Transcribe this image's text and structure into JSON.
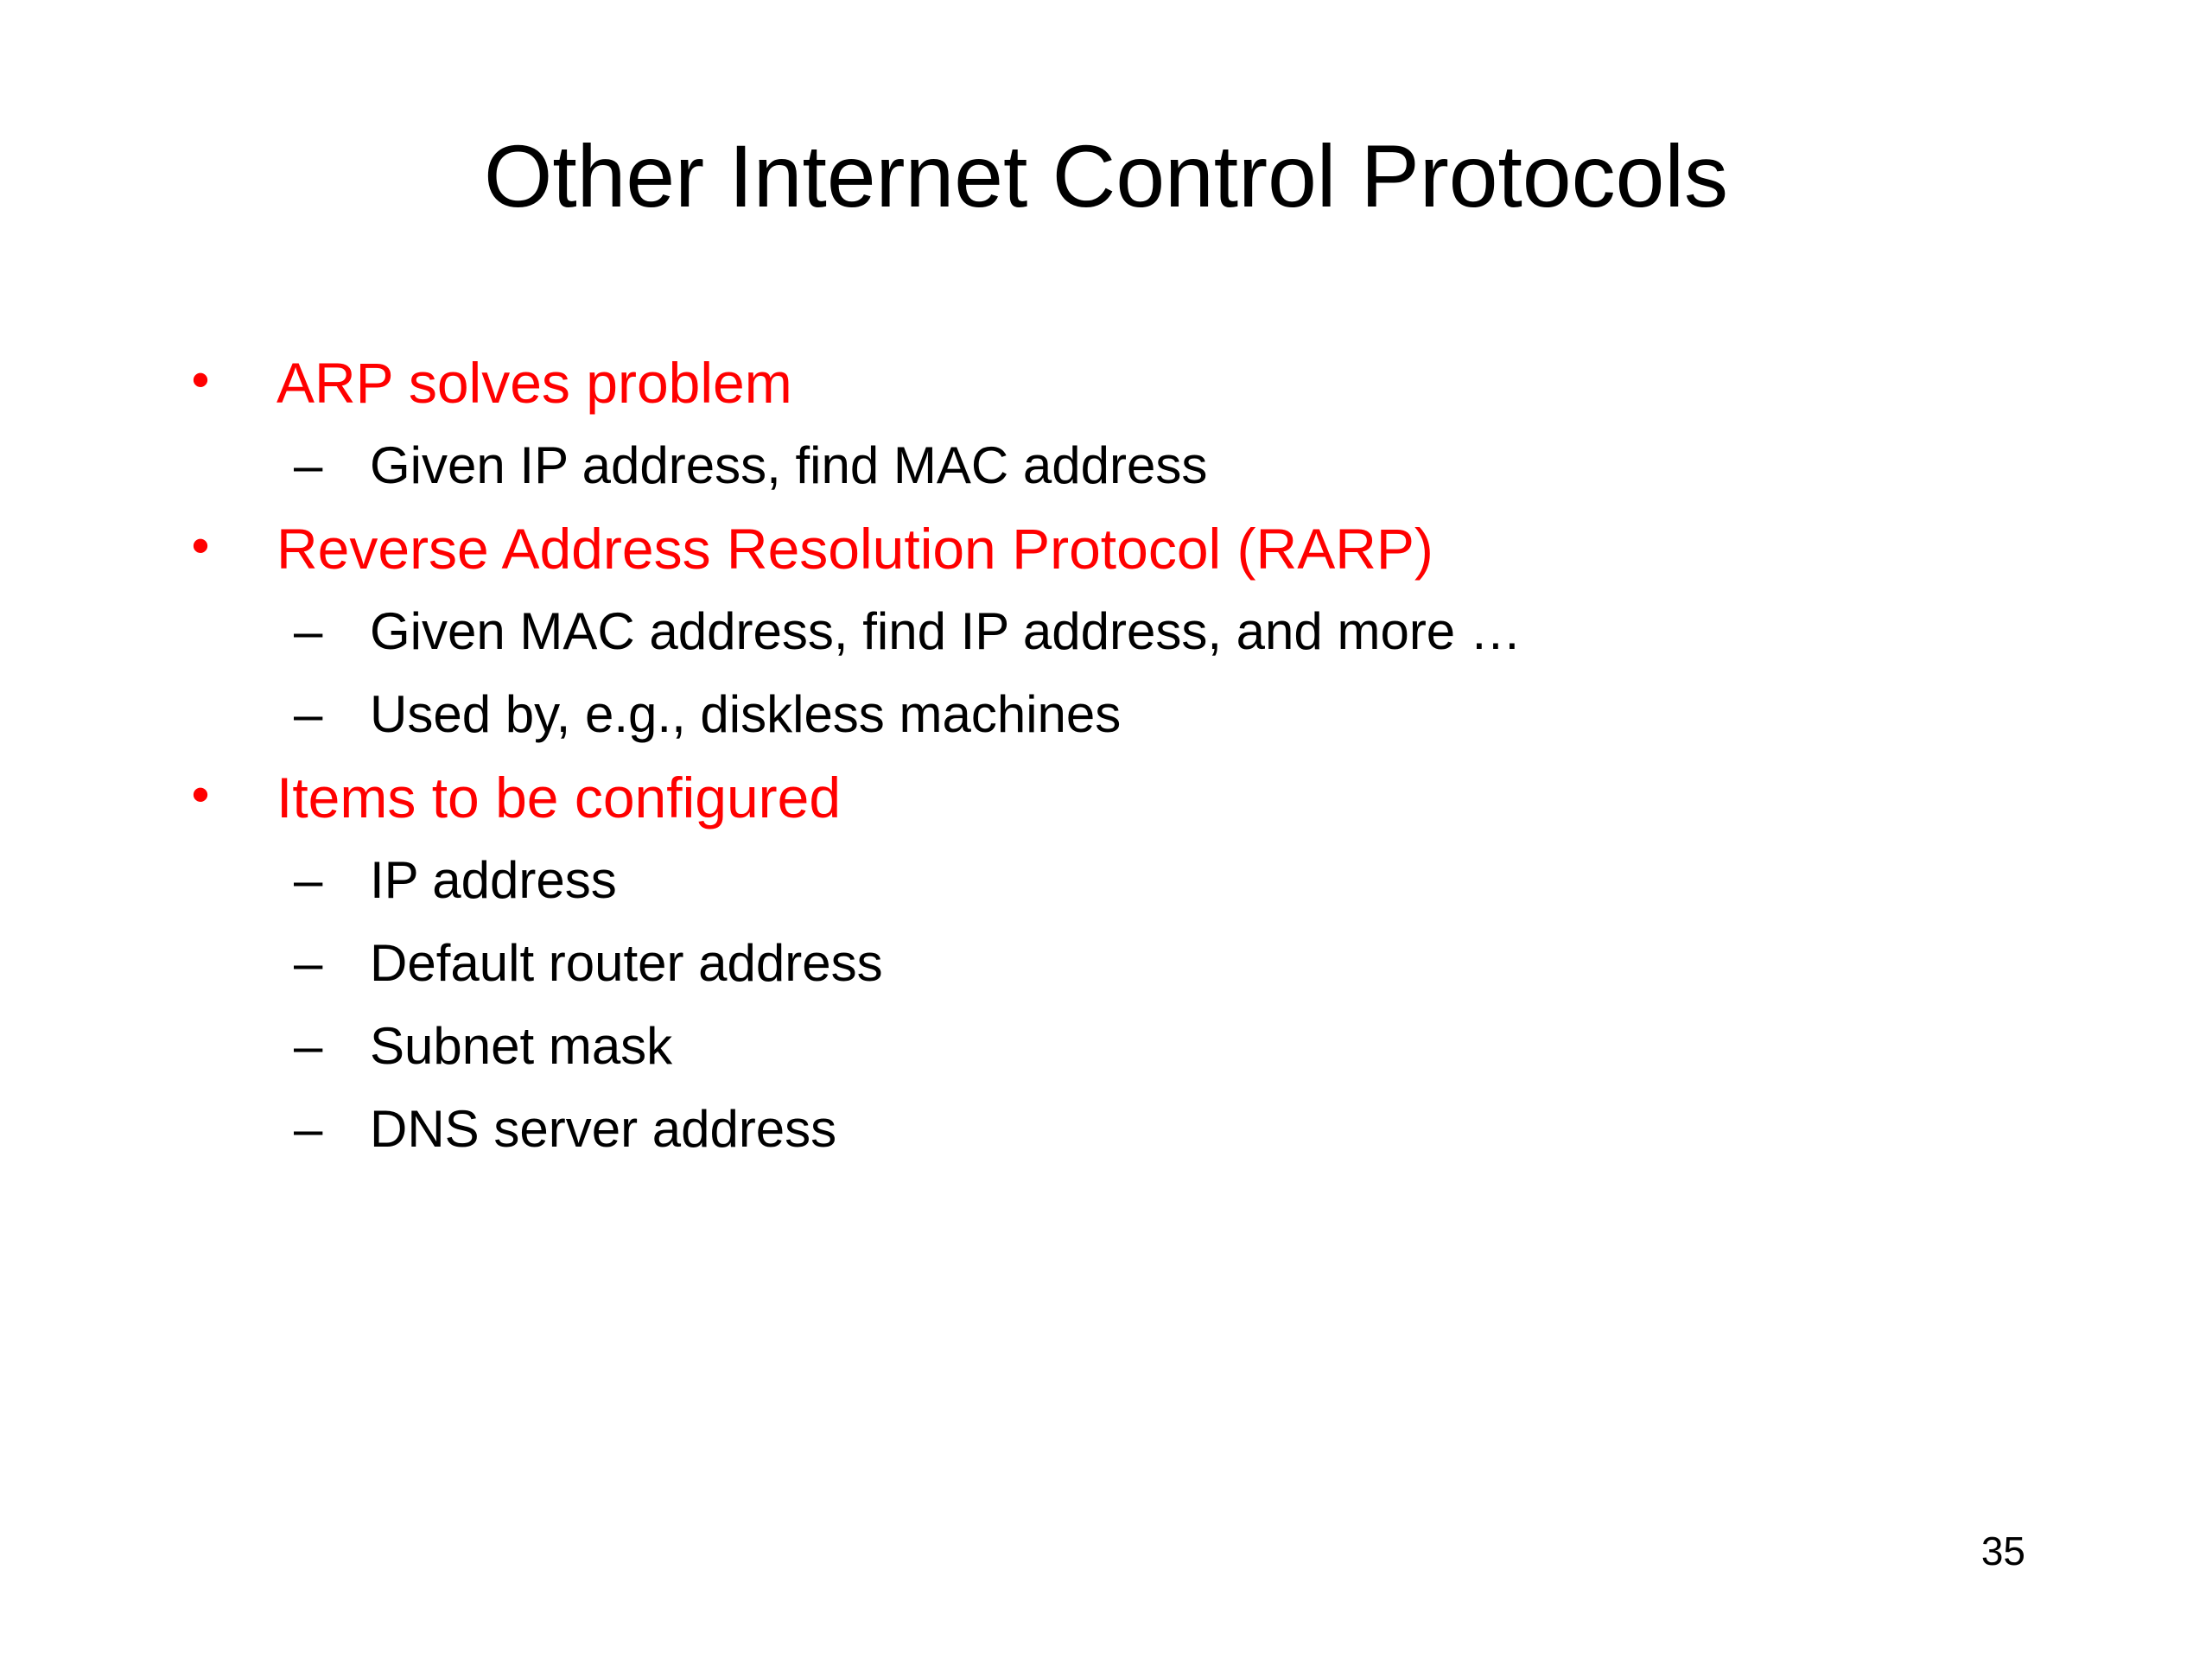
{
  "slide": {
    "title": "Other Internet Control Protocols",
    "page_number": "35",
    "markers": {
      "bullet": "•",
      "dash": "–"
    },
    "colors": {
      "accent_red": "#FF0000",
      "text_black": "#000000",
      "background": "#FFFFFF"
    },
    "bullets": [
      {
        "label": "ARP solves problem",
        "sub": [
          "Given IP address, find MAC address"
        ]
      },
      {
        "label": "Reverse Address Resolution Protocol (RARP)",
        "sub": [
          "Given MAC address, find IP address, and more …",
          "Used by, e.g., diskless machines"
        ]
      },
      {
        "label": "Items to be configured",
        "sub": [
          "IP address",
          "Default router address",
          "Subnet mask",
          "DNS server address"
        ]
      }
    ]
  }
}
